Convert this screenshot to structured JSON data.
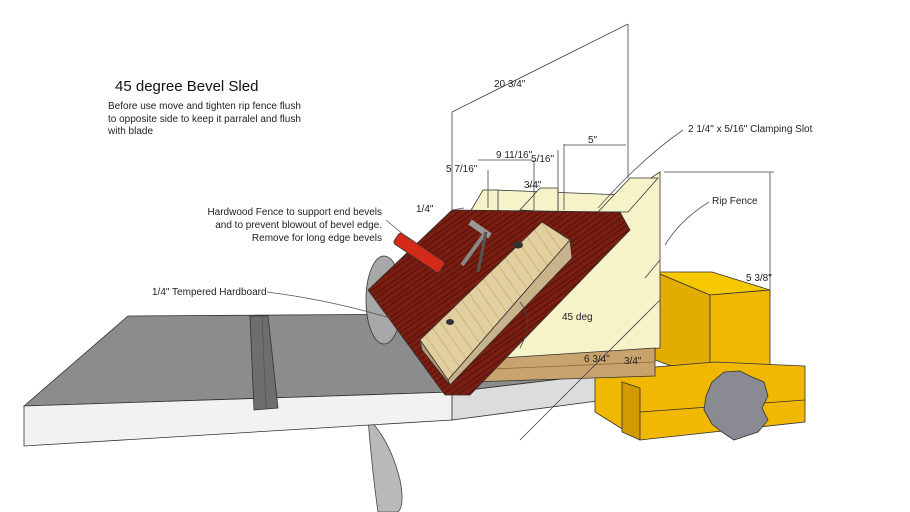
{
  "title": "45 degree Bevel Sled",
  "instructions": "Before use move and tighten rip fence flush to opposite side to keep it parralel and flush with blade",
  "callouts": {
    "hardwood_fence": [
      "Hardwood Fence to support end bevels",
      "and to  prevent blowout of bevel edge.",
      "Remove for long edge bevels"
    ],
    "hardboard": "1/4\" Tempered Hardboard",
    "clamping_slot": "2 1/4\" x 5/16\" Clamping Slot",
    "rip_fence": "Rip Fence",
    "angle": "45 deg"
  },
  "dimensions": {
    "overall_length": "20 3/4\"",
    "fence_spacing_a": "5 7/16\"",
    "fence_spacing_b": "9 11/16\"",
    "slot_width": "5/16\"",
    "slot_offset": "5\"",
    "upright_thickness": "3/4\"",
    "fence_thickness": "1/4\"",
    "height": "5 3/8\"",
    "base_depth": "6 3/4\"",
    "base_thickness": "3/4\""
  },
  "colors": {
    "table_top": "#8c8c8c",
    "table_edge": "#f2f2f2",
    "plywood": "#f6f3c8",
    "mahogany": "#7a1e12",
    "fence_wood": "#e2cfa0",
    "rip_fence": "#f0b800",
    "clamp_handle": "#d42a1a",
    "knob": "#8a8a92"
  }
}
